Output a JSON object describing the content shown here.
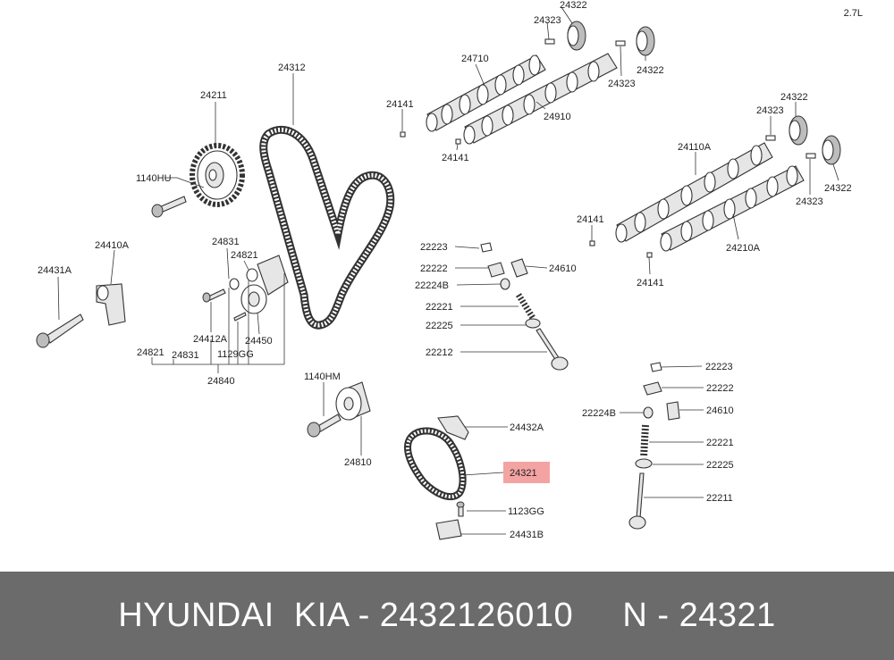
{
  "engine_label": "2.7L",
  "highlight_color": "#f4a3a3",
  "footer_color": "#6b6b6b",
  "footer": {
    "text": "HYUNDAI  KIA - 2432126010     N - 24321"
  },
  "callouts": {
    "c24322_top": "24322",
    "c24323_top": "24323",
    "c24322_mid": "24322",
    "c24323_mid": "24323",
    "c24710": "24710",
    "c24141_a": "24141",
    "c24141_b": "24141",
    "c24910": "24910",
    "c24322_r1": "24322",
    "c24323_r1": "24323",
    "c24110A": "24110A",
    "c24322_r2": "24322",
    "c24323_r2": "24323",
    "c24141_c": "24141",
    "c24210A": "24210A",
    "c24141_d": "24141",
    "c24312": "24312",
    "c24211": "24211",
    "c1140HU": "1140HU",
    "c24410A": "24410A",
    "c24431A": "24431A",
    "c24831_a": "24831",
    "c24821_a": "24821",
    "c24412A": "24412A",
    "c24450": "24450",
    "c24821_b": "24821",
    "c24831_b": "24831",
    "c1129GG": "1129GG",
    "c24840": "24840",
    "c1140HM": "1140HM",
    "c24810": "24810",
    "c22223_a": "22223",
    "c22222_a": "22222",
    "c22224B_a": "22224B",
    "c24610_a": "24610",
    "c22221_a": "22221",
    "c22225_a": "22225",
    "c22212": "22212",
    "c24432A": "24432A",
    "c24321": "24321",
    "c1123GG": "1123GG",
    "c24431B": "24431B",
    "c22223_b": "22223",
    "c22222_b": "22222",
    "c22224B_b": "22224B",
    "c24610_b": "24610",
    "c22221_b": "22221",
    "c22225_b": "22225",
    "c22211": "22211"
  }
}
